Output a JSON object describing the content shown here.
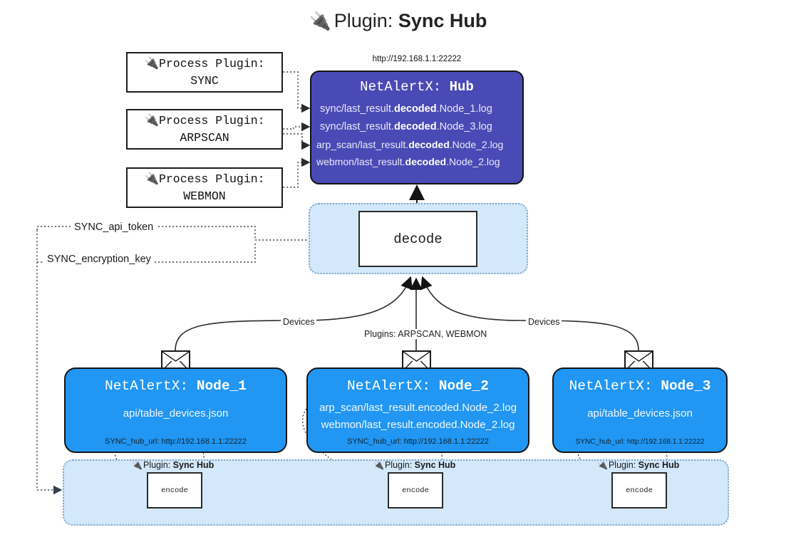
{
  "title": {
    "icon": "electric-plug-icon",
    "prefix": "Plugin:",
    "name": "Sync Hub"
  },
  "process_plugins": [
    {
      "icon": "electric-plug-icon",
      "line1": "Process Plugin:",
      "line2": "SYNC"
    },
    {
      "icon": "electric-plug-icon",
      "line1": "Process Plugin:",
      "line2": "ARPSCAN"
    },
    {
      "icon": "electric-plug-icon",
      "line1": "Process Plugin:",
      "line2": "WEBMON"
    }
  ],
  "hub": {
    "url": "http://192.168.1.1:22222",
    "title_prefix": "NetAlertX:",
    "title_name": "Hub",
    "color": "#4a4ab6",
    "logs": [
      {
        "pre": "sync/last_result.",
        "mid": "decoded",
        "post": ".Node_1.log"
      },
      {
        "pre": "sync/last_result.",
        "mid": "decoded",
        "post": ".Node_3.log"
      },
      {
        "pre": "arp_scan/last_result.",
        "mid": "decoded",
        "post": ".Node_2.log"
      },
      {
        "pre": "webmon/last_result.",
        "mid": "decoded",
        "post": ".Node_2.log"
      }
    ]
  },
  "decode": {
    "container_color": "#d3e8fa",
    "label": "decode"
  },
  "secrets": [
    {
      "label": "SYNC_api_token"
    },
    {
      "label": "SYNC_encryption_key"
    }
  ],
  "edge_labels": {
    "devices_left": "Devices",
    "devices_right": "Devices",
    "plugins_center": "Plugins: ARPSCAN, WEBMON"
  },
  "nodes": [
    {
      "title_prefix": "NetAlertX:",
      "title_name": "Node_1",
      "color": "#2196f3",
      "lines": [
        "api/table_devices.json"
      ],
      "footer": "SYNC_hub_url: http://192.168.1.1:22222"
    },
    {
      "title_prefix": "NetAlertX:",
      "title_name": "Node_2",
      "color": "#2196f3",
      "lines": [
        "arp_scan/last_result.encoded.Node_2.log",
        "webmon/last_result.encoded.Node_2.log"
      ],
      "footer": "SYNC_hub_url: http://192.168.1.1:22222"
    },
    {
      "title_prefix": "NetAlertX:",
      "title_name": "Node_3",
      "color": "#2196f3",
      "lines": [
        "api/table_devices.json"
      ],
      "footer": "SYNC_hub_url: http://192.168.1.1:22222"
    }
  ],
  "sync_hub_instances": [
    {
      "icon": "electric-plug-icon",
      "prefix": "Plugin:",
      "name": "Sync Hub",
      "encode_label": "encode"
    },
    {
      "icon": "electric-plug-icon",
      "prefix": "Plugin:",
      "name": "Sync Hub",
      "encode_label": "encode"
    },
    {
      "icon": "electric-plug-icon",
      "prefix": "Plugin:",
      "name": "Sync Hub",
      "encode_label": "encode"
    }
  ]
}
